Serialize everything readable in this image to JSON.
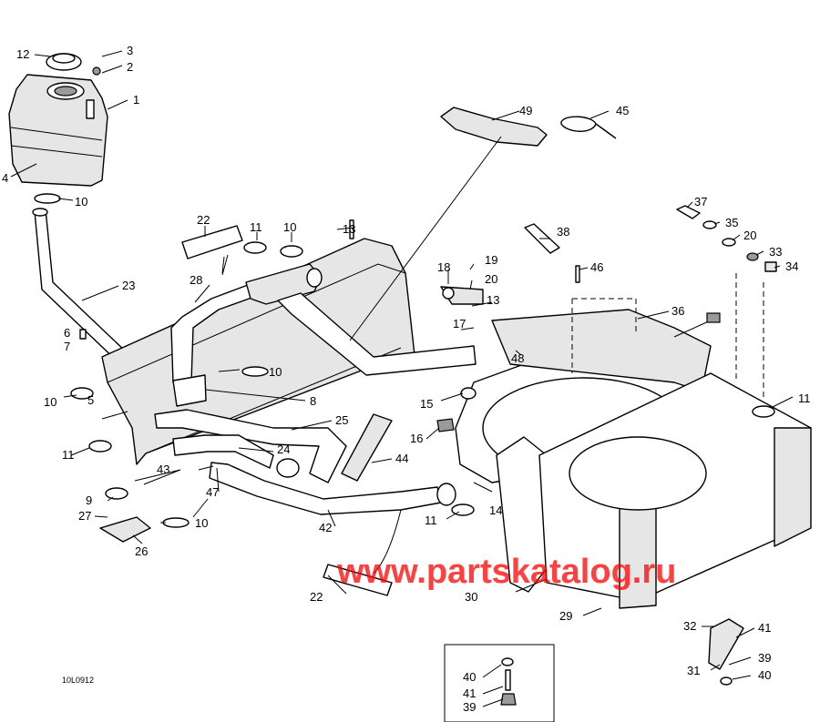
{
  "diagram_code": "10L0912",
  "watermark": "www.partskatalog.ru",
  "colors": {
    "line": "#000000",
    "watermark": "#ff0000",
    "fill": "#e6e6e6"
  },
  "callouts": {
    "c1": "1",
    "c2": "2",
    "c3": "3",
    "c4": "4",
    "c5": "5",
    "c6": "6",
    "c7": "7",
    "c8": "8",
    "c9": "9",
    "c10": "10",
    "c11": "11",
    "c12": "12",
    "c13": "13",
    "c14": "14",
    "c15": "15",
    "c16": "16",
    "c17": "17",
    "c18": "18",
    "c19": "19",
    "c20": "20",
    "c22": "22",
    "c23": "23",
    "c24": "24",
    "c25": "25",
    "c26": "26",
    "c27": "27",
    "c28": "28",
    "c29": "29",
    "c30": "30",
    "c31": "31",
    "c32": "32",
    "c33": "33",
    "c34": "34",
    "c35": "35",
    "c36": "36",
    "c37": "37",
    "c38": "38",
    "c39": "39",
    "c40": "40",
    "c41": "41",
    "c42": "42",
    "c43": "43",
    "c44": "44",
    "c45": "45",
    "c46": "46",
    "c47": "47",
    "c48": "48",
    "c49": "49"
  }
}
